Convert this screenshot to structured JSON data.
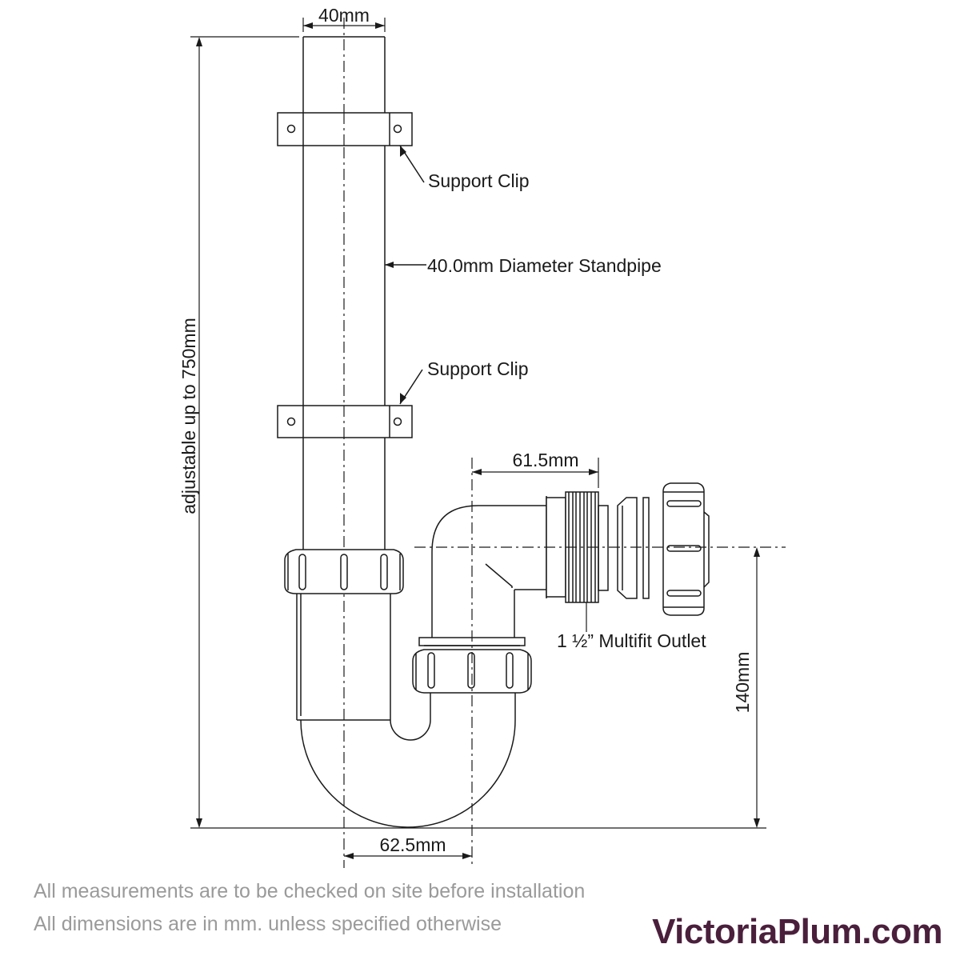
{
  "dimensions": {
    "pipe_width": "40mm",
    "height": "adjustable up to  750mm",
    "outlet_offset": "61.5mm",
    "trap_offset": "62.5mm",
    "outlet_height": "140mm"
  },
  "labels": {
    "support_clip_top": "Support Clip",
    "standpipe": "40.0mm Diameter Standpipe",
    "support_clip_bottom": "Support Clip",
    "outlet": "1 ½” Multifit Outlet"
  },
  "notes": {
    "line1": "All measurements are to be checked on site before installation",
    "line2": "All dimensions are in mm. unless specified otherwise"
  },
  "brand": {
    "name": "VictoriaPlum.com",
    "color": "#4a1f3c"
  },
  "colors": {
    "line": "#1a1a1a",
    "note_text": "#9a9a9a"
  }
}
